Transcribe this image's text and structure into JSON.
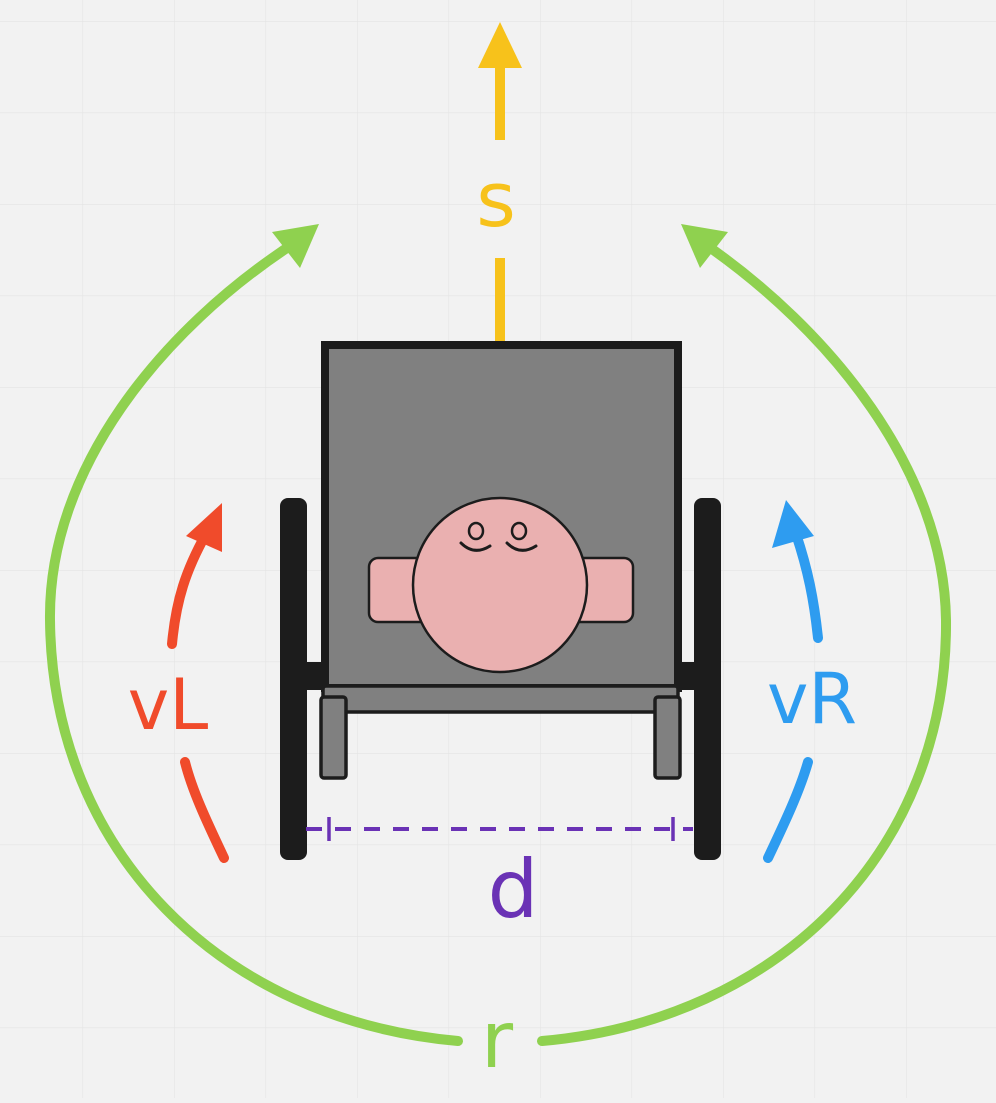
{
  "labels": {
    "speed": "s",
    "left_velocity": "vL",
    "right_velocity": "vR",
    "wheel_distance": "d",
    "radius": "r"
  },
  "colors": {
    "background": "#f2f2f2",
    "grid": "#e4e4e4",
    "speed": "#f7c21b",
    "left_velocity": "#f04b2b",
    "right_velocity": "#2e9cf0",
    "wheel_distance": "#6a32b5",
    "radius": "#8fd14f",
    "chair_seat": "#808080",
    "chair_frame": "#1c1c1c",
    "skin": "#eab0b0"
  },
  "icons": {
    "person": "person-top-view-icon",
    "wheelchair": "wheelchair-top-view-icon"
  }
}
